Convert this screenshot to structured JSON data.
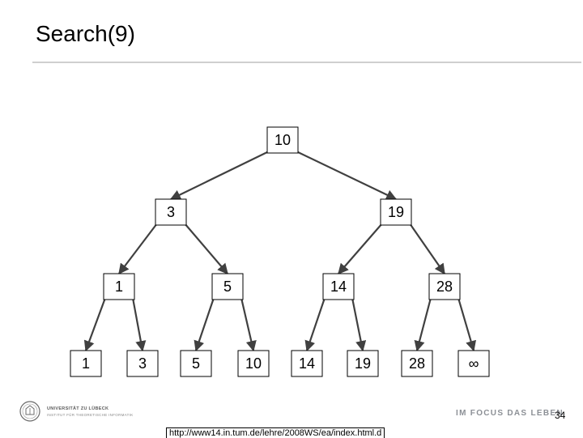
{
  "slide": {
    "title": "Search(9)",
    "page_number": "34",
    "tagline": "IM FOCUS DAS LEBEN",
    "footer_url": "http://www14.in.tum.de/lehre/2008WS/ea/index.html.d"
  },
  "university": {
    "name_line1": "UNIVERSITÄT ZU LÜBECK",
    "name_line2": "INSTITUT FÜR THEORETISCHE INFORMATIK",
    "logo_icon": "university-seal-icon"
  },
  "tree": {
    "root": "10",
    "level1": [
      "3",
      "19"
    ],
    "level2": [
      "1",
      "5",
      "14",
      "28"
    ],
    "leaves": [
      "1",
      "3",
      "5",
      "10",
      "14",
      "19",
      "28",
      "∞"
    ],
    "edge_color": "#404040",
    "node_border_color": "#000000"
  }
}
